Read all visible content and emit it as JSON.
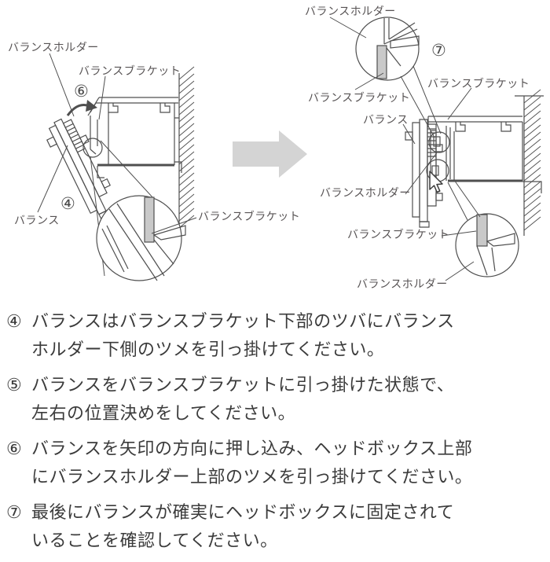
{
  "figure": {
    "left_diagram": {
      "labels": {
        "holder": "バランスホルダー",
        "bracket": "バランスブラケット",
        "step6": "⑥",
        "step4": "④",
        "balance": "バランス",
        "bracket_detail": "バランスブラケット"
      }
    },
    "right_diagram": {
      "labels": {
        "holder_top": "バランスホルダー",
        "step7": "⑦",
        "bracket_right": "バランスブラケット",
        "bracket_detail_top": "バランスブラケット",
        "balance": "バランス",
        "holder_mid": "バランスホルダー",
        "bracket_detail_bottom": "バランスブラケット",
        "holder_detail_bottom": "バランスホルダー"
      },
      "icons": {
        "cursor": "mouse-pointer"
      }
    },
    "transition_arrow_icon": "right-block-arrow"
  },
  "instructions": [
    {
      "num": "④",
      "lines": [
        "バランスはバランスブラケット下部のツバにバランス",
        "ホルダー下側のツメを引っ掛けてください。"
      ]
    },
    {
      "num": "⑤",
      "lines": [
        "バランスをバランスブラケットに引っ掛けた状態で、",
        "左右の位置決めをしてください。"
      ]
    },
    {
      "num": "⑥",
      "lines": [
        "バランスを矢印の方向に押し込み、ヘッドボックス上部",
        "にバランスホルダー上部のツメを引っ掛けてください。"
      ]
    },
    {
      "num": "⑦",
      "lines": [
        "最後にバランスが確実にヘッドボックスに固定されて",
        "いることを確認してください。"
      ]
    }
  ],
  "colors": {
    "line": "#4f4f4f",
    "label_text": "#575354",
    "body_text": "#3b3b3b",
    "arrow_fill": "#d4d4d4",
    "shade_fill": "#c9c9c9"
  }
}
